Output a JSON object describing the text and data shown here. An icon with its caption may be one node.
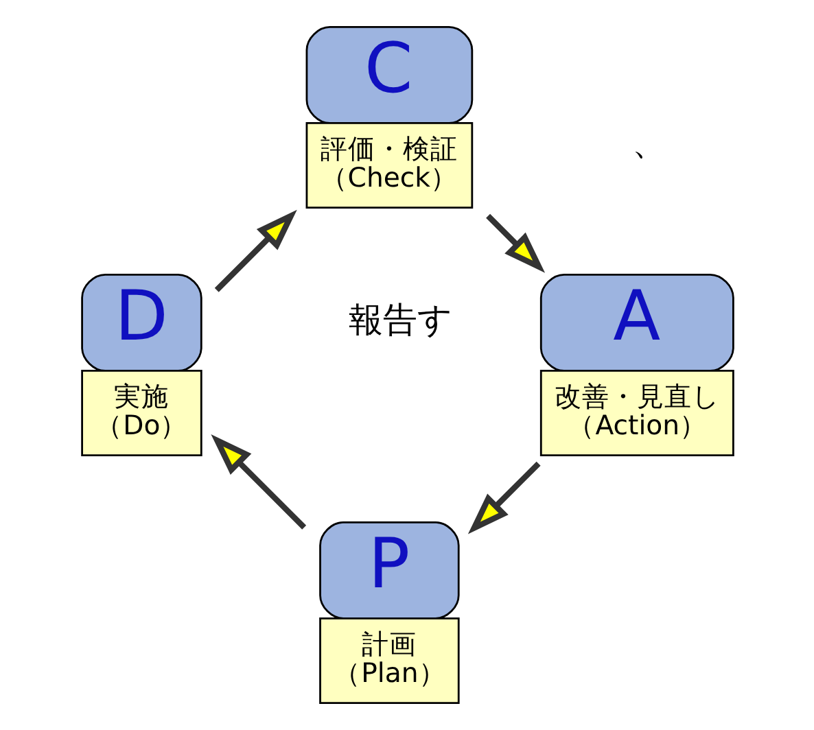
{
  "diagram": {
    "nodes": [
      {
        "text": [
          "P",
          "計画（Plan）"
        ]
      },
      {
        "text": [
          "D",
          "実施（Do）"
        ]
      },
      {
        "text": [
          "C",
          "評価・検証（Check）"
        ]
      },
      {
        "text": [
          "A",
          "改善・見直し（Action）"
        ]
      }
    ],
    "edges": [
      {
        "from": 0,
        "to": 1,
        "arrow": "to"
      },
      {
        "from": 1,
        "to": 2,
        "arrow": "to"
      },
      {
        "from": 2,
        "to": 3,
        "arrow": "to"
      },
      {
        "from": 3,
        "to": 0,
        "arrow": "to"
      }
    ],
    "labels": [
      "報告す",
      "、"
    ]
  }
}
